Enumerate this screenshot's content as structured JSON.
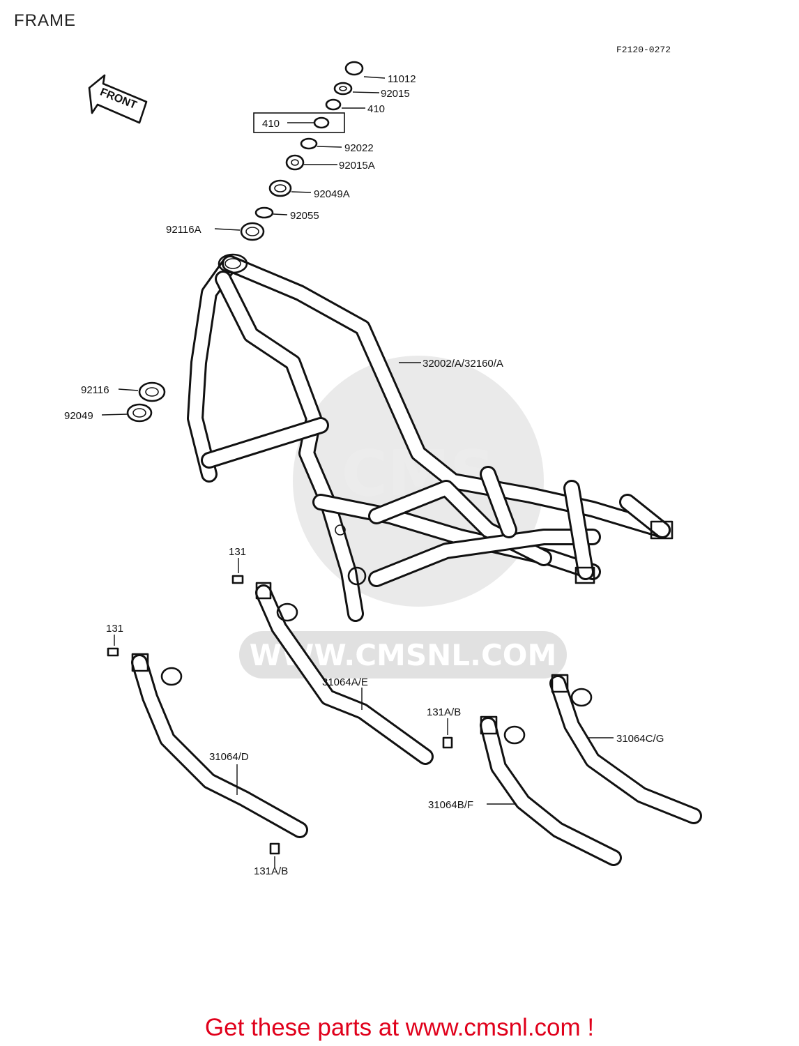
{
  "page": {
    "title": "FRAME",
    "diagram_code": "F2120-0272"
  },
  "watermark": {
    "text": "WWW.CMSNL.COM",
    "logo": "CMS"
  },
  "front_arrow": {
    "label": "FRONT"
  },
  "callouts": {
    "p11012": "11012",
    "p92015": "92015",
    "p410a": "410",
    "p410b": "410",
    "p92022": "92022",
    "p92015A": "92015A",
    "p92049A": "92049A",
    "p92055": "92055",
    "p92116A": "92116A",
    "p32002": "32002/A/32160/A",
    "p92116": "92116",
    "p92049": "92049",
    "p131a": "131",
    "p131b": "131",
    "p31064AE": "31064A/E",
    "p131AB1": "131A/B",
    "p31064CG": "31064C/G",
    "p31064D": "31064/D",
    "p31064BF": "31064B/F",
    "p131AB2": "131A/B"
  },
  "footer": {
    "text": "Get these parts at www.cmsnl.com !"
  }
}
